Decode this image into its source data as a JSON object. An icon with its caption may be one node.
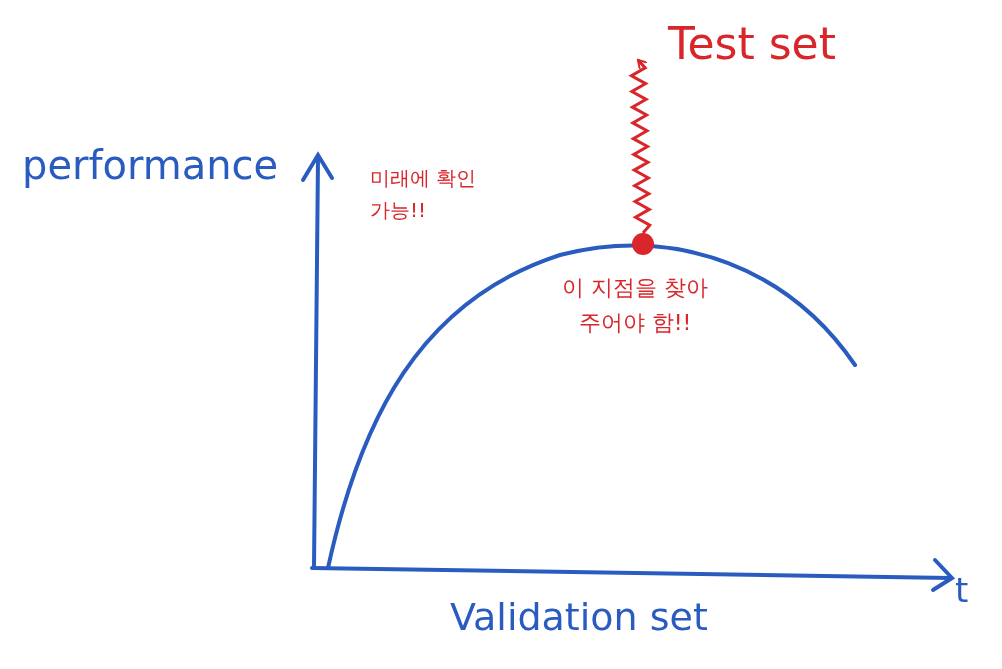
{
  "diagram": {
    "nodes": [
      {
        "text": [
          "Test set"
        ]
      },
      {
        "text": [],
        "shape": "circle"
      }
    ],
    "edges": [
      {
        "from": 1,
        "to": 0,
        "arrow": "to"
      }
    ],
    "labels": [
      "performance",
      "미래에 확인가능!!",
      "이 지점을 찾아 주어야 함!!",
      "Validation set",
      "t"
    ]
  }
}
